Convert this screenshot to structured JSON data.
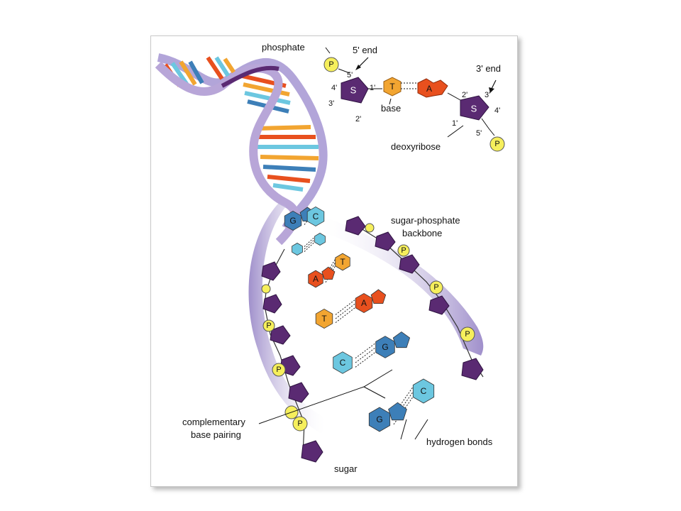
{
  "labels": {
    "phosphate": "phosphate",
    "five_prime_end": "5' end",
    "three_prime_end": "3' end",
    "base": "base",
    "deoxyribose": "deoxyribose",
    "backbone_line1": "sugar-phosphate",
    "backbone_line2": "backbone",
    "complementary_line1": "complementary",
    "complementary_line2": "base pairing",
    "hydrogen_bonds": "hydrogen bonds",
    "sugar": "sugar"
  },
  "nucleotide_detail": {
    "phosphate_letter": "P",
    "sugar_letter": "S",
    "base_T": "T",
    "base_A": "A",
    "left_sugar_positions": {
      "five": "5'",
      "four": "4'",
      "three": "3'",
      "two": "2'",
      "one": "1'"
    },
    "right_sugar_positions": {
      "two": "2'",
      "three": "3'",
      "four": "4'",
      "one": "1'",
      "five": "5'"
    }
  },
  "base_pairs": [
    {
      "left": "G",
      "right": "C"
    },
    {
      "left": "",
      "right": ""
    },
    {
      "left": "A",
      "right": "T"
    },
    {
      "left": "T",
      "right": "A"
    },
    {
      "left": "C",
      "right": "G"
    },
    {
      "left": "G",
      "right": "C"
    }
  ],
  "phosphate_letter": "P",
  "colors": {
    "backbone": "#5a2a72",
    "ribbon": "#b8a6d8",
    "G": "#3d7fb8",
    "C": "#6cc7e0",
    "A": "#e8501e",
    "T": "#f2a531",
    "phosphate": "#f6ef5c"
  }
}
